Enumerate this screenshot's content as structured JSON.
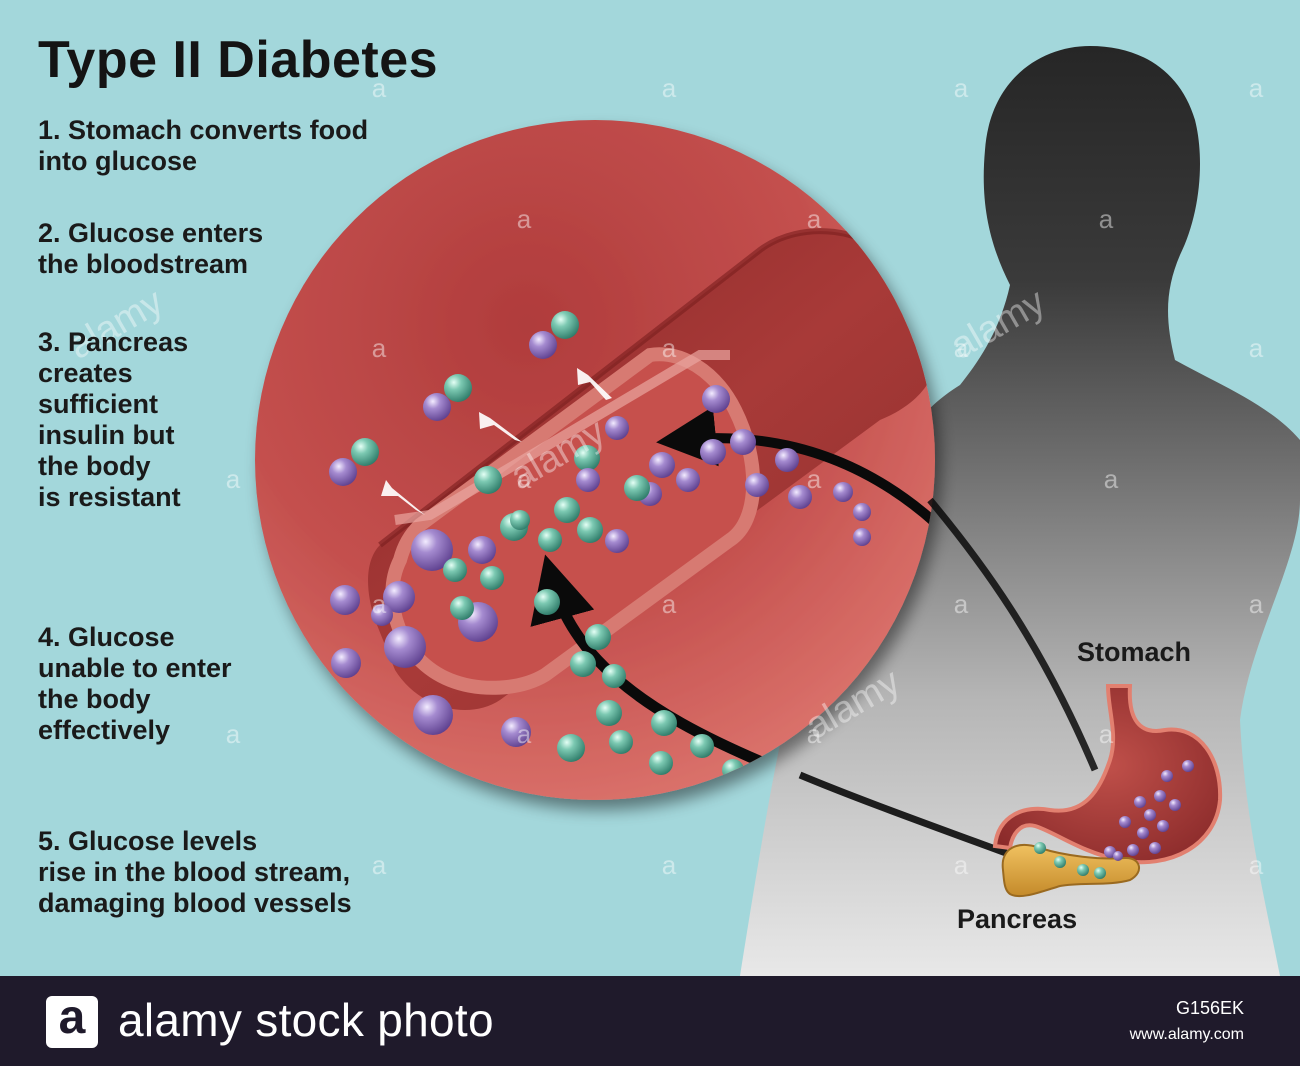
{
  "title": "Type II Diabetes",
  "steps": [
    "1. Stomach converts food\ninto glucose",
    "2. Glucose enters\nthe bloodstream",
    "3. Pancreas\ncreates\nsufficient\ninsulin but\nthe body\nis resistant",
    "4. Glucose\nunable to enter\nthe body\neffectively",
    "5. Glucose levels\nrise in the blood stream,\ndamaging blood vessels"
  ],
  "labels": {
    "stomach": "Stomach",
    "pancreas": "Pancreas"
  },
  "watermark": {
    "letter": "a",
    "word": "alamy"
  },
  "footer": {
    "logo_letter": "a",
    "brand": "alamy stock photo",
    "image_id": "G156EK",
    "site": "www.alamy.com"
  },
  "colors": {
    "background": "#a3d7db",
    "footer": "#1f1a2b",
    "vessel": "#9c3434",
    "magnifier": "#c85a58",
    "glucose": "#5cae9a",
    "insulin": "#8e6bb4",
    "stomach": "#b04040",
    "pancreas": "#d9a23c"
  }
}
